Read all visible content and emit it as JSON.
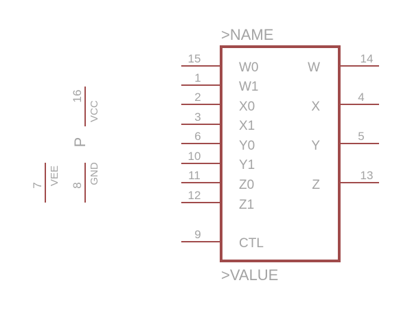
{
  "symbol": {
    "name_placeholder": ">NAME",
    "value_placeholder": ">VALUE",
    "left_pins": [
      {
        "num": "15",
        "label": "W0"
      },
      {
        "num": "1",
        "label": "W1"
      },
      {
        "num": "2",
        "label": "X0"
      },
      {
        "num": "3",
        "label": "X1"
      },
      {
        "num": "6",
        "label": "Y0"
      },
      {
        "num": "10",
        "label": "Y1"
      },
      {
        "num": "11",
        "label": "Z0"
      },
      {
        "num": "12",
        "label": "Z1"
      },
      {
        "num": "9",
        "label": "CTL"
      }
    ],
    "right_pins": [
      {
        "num": "14",
        "label": "W"
      },
      {
        "num": "4",
        "label": "X"
      },
      {
        "num": "5",
        "label": "Y"
      },
      {
        "num": "13",
        "label": "Z"
      }
    ]
  },
  "power_part": {
    "label": "P",
    "pins": [
      {
        "num": "16",
        "label": "VCC"
      },
      {
        "num": "8",
        "label": "GND"
      },
      {
        "num": "7",
        "label": "VEE"
      }
    ]
  },
  "colors": {
    "outline": "#a04b4b",
    "text": "#a3a3a3",
    "background": "#ffffff"
  }
}
